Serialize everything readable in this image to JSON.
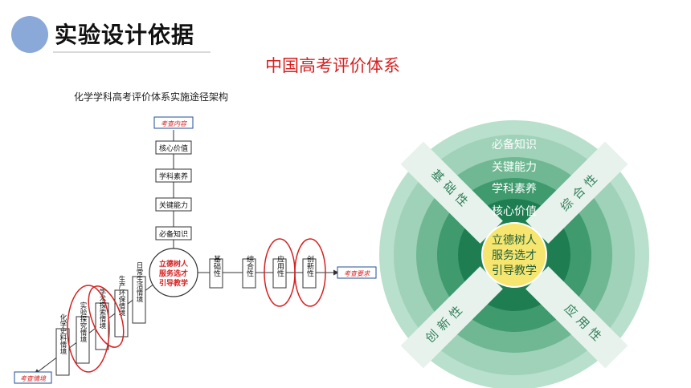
{
  "header": {
    "title": "实验设计依据"
  },
  "main_title": "中国高考评价体系",
  "left_diagram": {
    "caption": "化学学科高考评价体系实施途径架构",
    "top_label": "考查内容",
    "vertical_boxes": [
      "核心价值",
      "学科素养",
      "关键能力",
      "必备知识"
    ],
    "center": [
      "立德树人",
      "服务选才",
      "引导教学"
    ],
    "right_boxes": [
      "基础性",
      "综合性",
      "应用性",
      "创新性"
    ],
    "right_label": "考查要求",
    "diagonal_boxes": [
      "日常生活情境",
      "生产环保情境",
      "学术探索情境",
      "实验探究情境",
      "化学史料情境"
    ],
    "bottom_label": "考查情境"
  },
  "right_diagram": {
    "rings": [
      "必备知识",
      "关键能力",
      "学科素养",
      "核心价值"
    ],
    "center": [
      "立德树人",
      "服务选才",
      "引导教学"
    ],
    "bands": [
      "基础性",
      "综合性",
      "创新性",
      "应用性"
    ]
  },
  "colors": {
    "red": "#d62020",
    "ring_outer": "#9fd2b9",
    "ring_2": "#6fb893",
    "ring_3": "#3f9a6e",
    "ring_4": "#1e7e52",
    "center_fill": "#f6e56e",
    "band": "#e8f2ec"
  }
}
